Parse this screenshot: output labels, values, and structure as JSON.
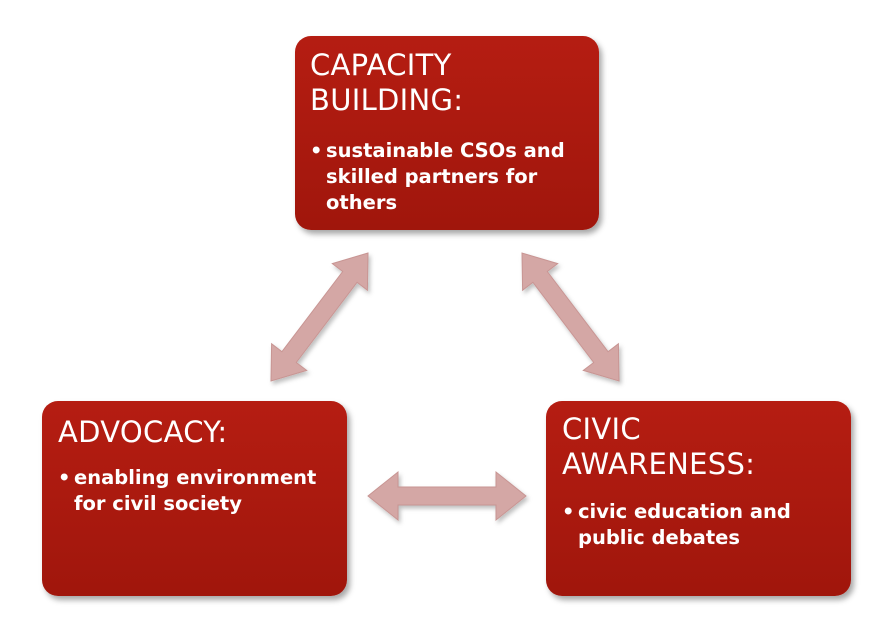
{
  "boxes": {
    "capacity": {
      "title": "CAPACITY\nBUILDING:",
      "bullets": [
        "sustainable CSOs and skilled partners for others"
      ]
    },
    "advocacy": {
      "title": "ADVOCACY:",
      "bullets": [
        "enabling environment for civil society"
      ]
    },
    "civic": {
      "title": "CIVIC\nAWARENESS:",
      "bullets": [
        "civic education and public debates"
      ]
    }
  },
  "colors": {
    "box": "#a9190e",
    "arrow": "#d4a7a5",
    "arrow_stroke": "#c89593",
    "text": "#ffffff"
  }
}
